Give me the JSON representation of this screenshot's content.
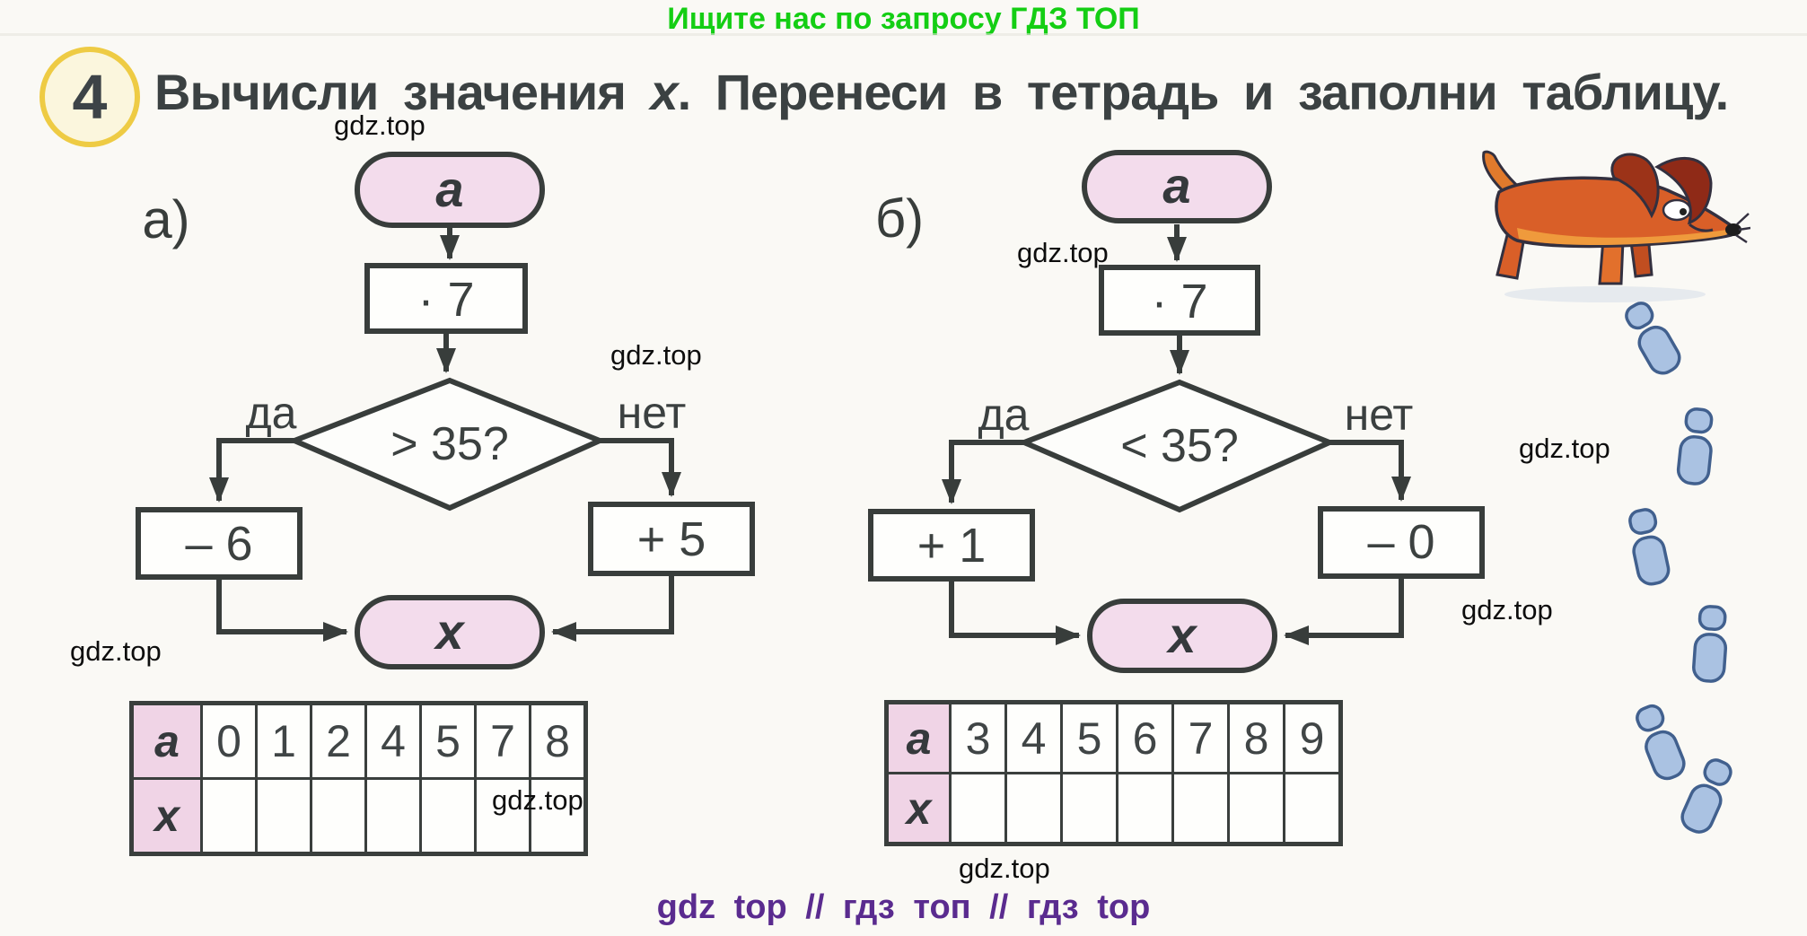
{
  "page": {
    "top_banner": "Ищите нас по запросу ГДЗ ТОП",
    "bottom_banner": "gdz top  //  гдз топ  //  гдз top",
    "watermark": "gdz.top",
    "colors": {
      "banner_green": "#14ce14",
      "banner_purple": "#5a2b8f",
      "flow_pink": "#f3dcec",
      "table_header_pink": "#f0d4e6",
      "line_dark": "#383d3b",
      "badge_yellow": "#eecb44",
      "dog_orange": "#d95f28",
      "footprint_blue": "#aac2e2"
    }
  },
  "task": {
    "number": "4",
    "title_before": "Вычисли значения ",
    "title_var": "x",
    "title_after": ". Перенеси в тетрадь и заполни таблицу."
  },
  "flowcharts": [
    {
      "label": "а)",
      "start": "a",
      "operation": "· 7",
      "condition": "> 35?",
      "yes_label": "да",
      "no_label": "нет",
      "yes_operation": "– 6",
      "no_operation": "+ 5",
      "result": "x"
    },
    {
      "label": "б)",
      "start": "a",
      "operation": "· 7",
      "condition": "< 35?",
      "yes_label": "да",
      "no_label": "нет",
      "yes_operation": "+ 1",
      "no_operation": "– 0",
      "result": "x"
    }
  ],
  "tables": [
    {
      "row_a_label": "a",
      "row_x_label": "x",
      "a_values": [
        "0",
        "1",
        "2",
        "4",
        "5",
        "7",
        "8"
      ],
      "x_values": [
        "",
        "",
        "",
        "",
        "",
        "",
        ""
      ]
    },
    {
      "row_a_label": "a",
      "row_x_label": "x",
      "a_values": [
        "3",
        "4",
        "5",
        "6",
        "7",
        "8",
        "9"
      ],
      "x_values": [
        "",
        "",
        "",
        "",
        "",
        "",
        ""
      ]
    }
  ]
}
